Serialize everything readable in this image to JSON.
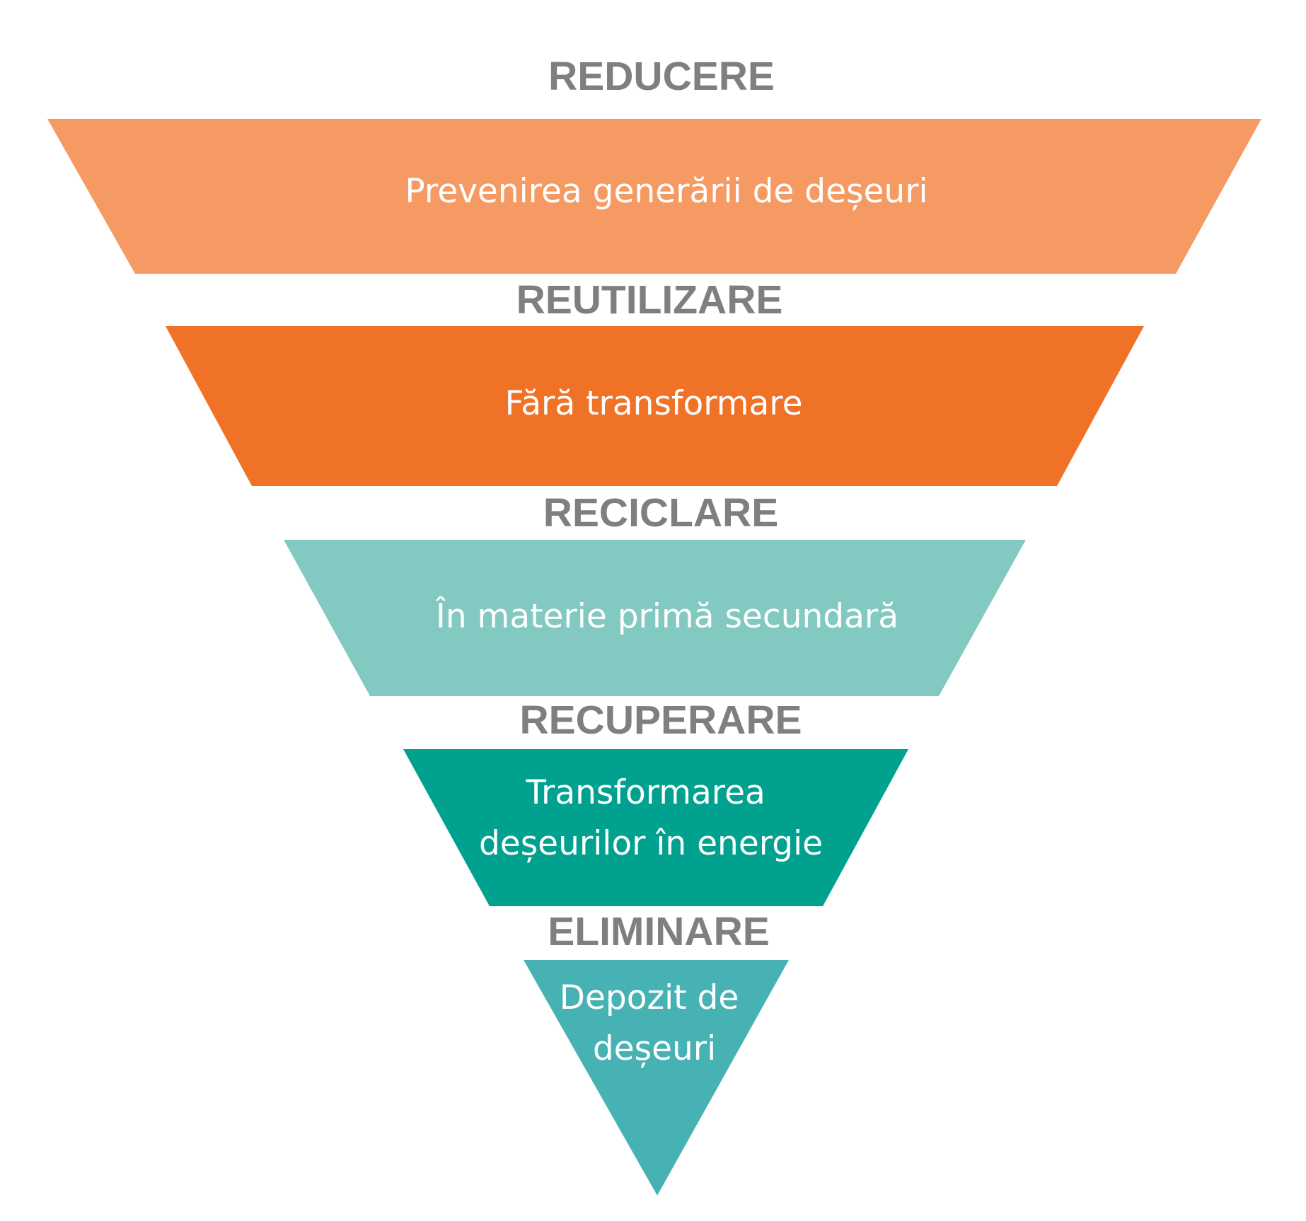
{
  "colors": {
    "heading": "#7f7f7f",
    "band_text": "#ffffff"
  },
  "levels": [
    {
      "heading": "REDUCERE",
      "lines": [
        "Prevenirea generării de deșeuri"
      ],
      "color": "#f59a62"
    },
    {
      "heading": "REUTILIZARE",
      "lines": [
        "Fără transformare"
      ],
      "color": "#f07226"
    },
    {
      "heading": "RECICLARE",
      "lines": [
        "În materie primă secundară"
      ],
      "color": "#82c9c1"
    },
    {
      "heading": "RECUPERARE",
      "lines": [
        "Transformarea",
        "deșeurilor în energie"
      ],
      "color": "#00a18e"
    },
    {
      "heading": "ELIMINARE",
      "lines": [
        "Depozit de",
        "deșeuri"
      ],
      "color": "#47b2b3"
    }
  ]
}
